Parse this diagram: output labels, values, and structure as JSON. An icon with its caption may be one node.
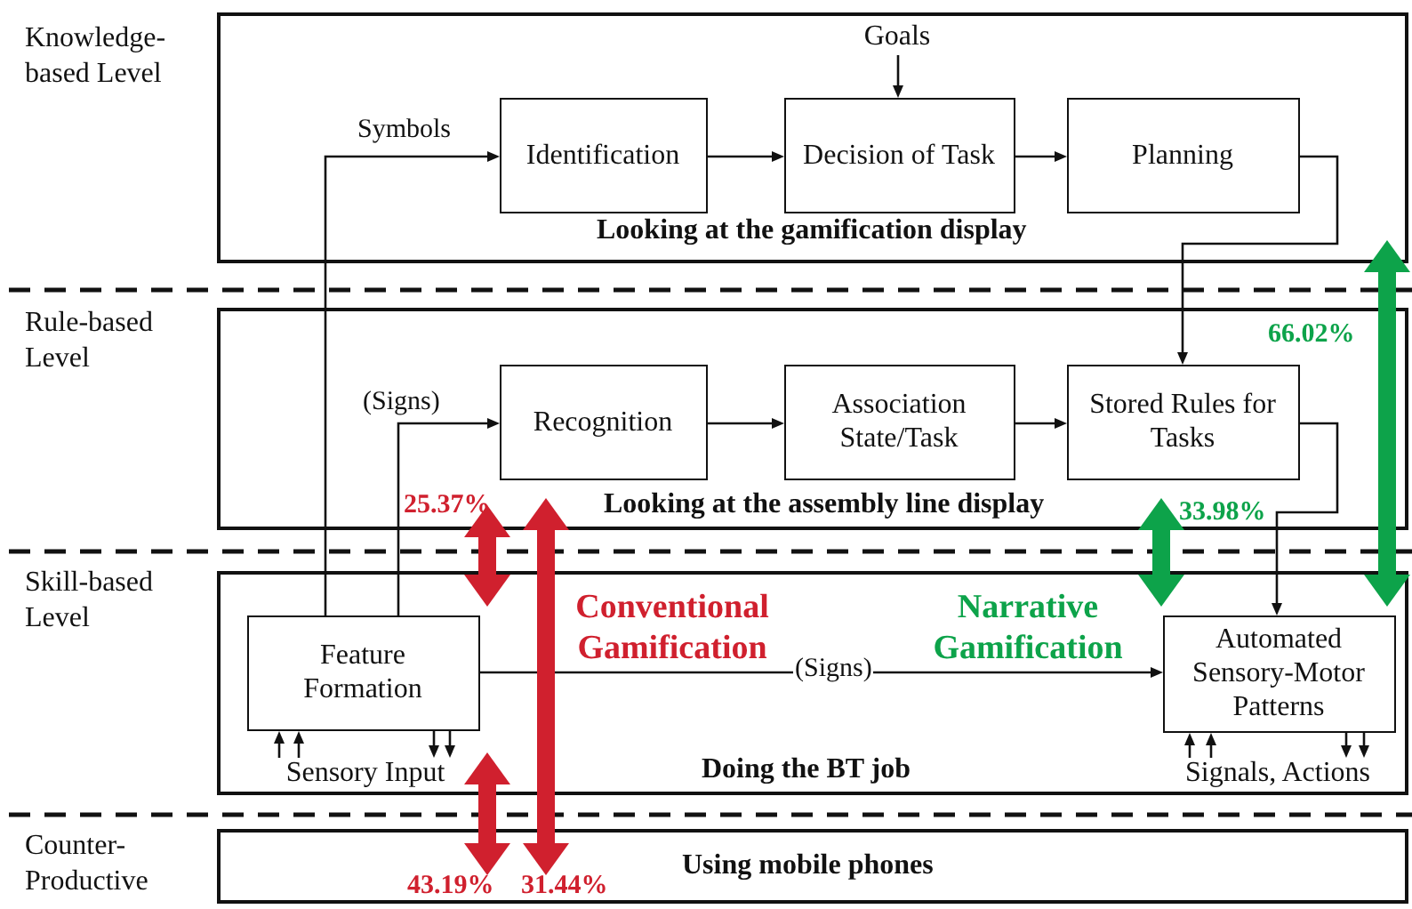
{
  "diagram": {
    "nodes": [
      {
        "text": [
          "Looking at the gamification display"
        ],
        "beside": [
          "Knowledge-based Level"
        ]
      },
      {
        "text": [
          "Identification"
        ],
        "in": 0
      },
      {
        "text": [
          "Decision of Task"
        ],
        "in": 0
      },
      {
        "text": [
          "Planning"
        ],
        "in": 0
      },
      {
        "text": [
          "Looking at the assembly line display"
        ],
        "beside": [
          "Rule-based Level"
        ]
      },
      {
        "text": [
          "Recognition"
        ],
        "in": 4
      },
      {
        "text": [
          "Association State/Task"
        ],
        "in": 4
      },
      {
        "text": [
          "Stored Rules for Tasks"
        ],
        "in": 4
      },
      {
        "text": [
          "Doing the BT job"
        ],
        "beside": [
          "Skill-based Level"
        ]
      },
      {
        "text": [
          "Feature Formation"
        ],
        "in": 8
      },
      {
        "text": [
          "Automated Sensory-Motor Patterns"
        ],
        "in": 8
      },
      {
        "text": [
          "Using mobile phones"
        ],
        "beside": [
          "Counter-Productive"
        ]
      },
      {
        "text": [
          "Goals"
        ],
        "in": 0
      },
      {
        "text": [
          "Sensory Input"
        ],
        "in": 8
      },
      {
        "text": [
          "Signals, Actions"
        ],
        "in": 8
      }
    ],
    "edges": [
      {
        "from": 12,
        "to": 2,
        "arrow": "to"
      },
      {
        "from": 1,
        "to": 2,
        "arrow": "to"
      },
      {
        "from": 2,
        "to": 3,
        "arrow": "to"
      },
      {
        "from": 3,
        "to": 7,
        "arrow": "to"
      },
      {
        "from": 9,
        "to": 1,
        "arrow": "to",
        "label": "Symbols"
      },
      {
        "from": 9,
        "to": 5,
        "arrow": "to",
        "label": "(Signs)"
      },
      {
        "from": 5,
        "to": 6,
        "arrow": "to"
      },
      {
        "from": 6,
        "to": 7,
        "arrow": "to"
      },
      {
        "from": 7,
        "to": 10,
        "arrow": "to"
      },
      {
        "from": 9,
        "to": 10,
        "arrow": "to",
        "label": "(Signs)"
      },
      {
        "from": 13,
        "to": 9,
        "arrow": "to"
      },
      {
        "from": 13,
        "to": 9,
        "arrow": "to"
      },
      {
        "from": 9,
        "to": 13,
        "arrow": "to"
      },
      {
        "from": 9,
        "to": 13,
        "arrow": "to"
      },
      {
        "from": 14,
        "to": 10,
        "arrow": "to"
      },
      {
        "from": 14,
        "to": 10,
        "arrow": "to"
      },
      {
        "from": 10,
        "to": 14,
        "arrow": "to"
      },
      {
        "from": 10,
        "to": 14,
        "arrow": "to"
      },
      {
        "from": 4,
        "to": 8,
        "arrow": "both",
        "style": "thick",
        "color": "#d0202e",
        "label": "25.37%"
      },
      {
        "from": 4,
        "to": 11,
        "arrow": "both",
        "style": "thick",
        "color": "#d0202e",
        "label": "31.44%"
      },
      {
        "from": 8,
        "to": 11,
        "arrow": "both",
        "style": "thick",
        "color": "#d0202e",
        "label": "43.19%"
      },
      {
        "from": 4,
        "to": 8,
        "arrow": "both",
        "style": "thick",
        "color": "#0da34a",
        "label": "33.98%"
      },
      {
        "from": 0,
        "to": 8,
        "arrow": "both",
        "style": "thick",
        "color": "#0da34a",
        "label": "66.02%"
      }
    ],
    "labels": [
      "Conventional Gamification",
      "Narrative Gamification"
    ]
  }
}
